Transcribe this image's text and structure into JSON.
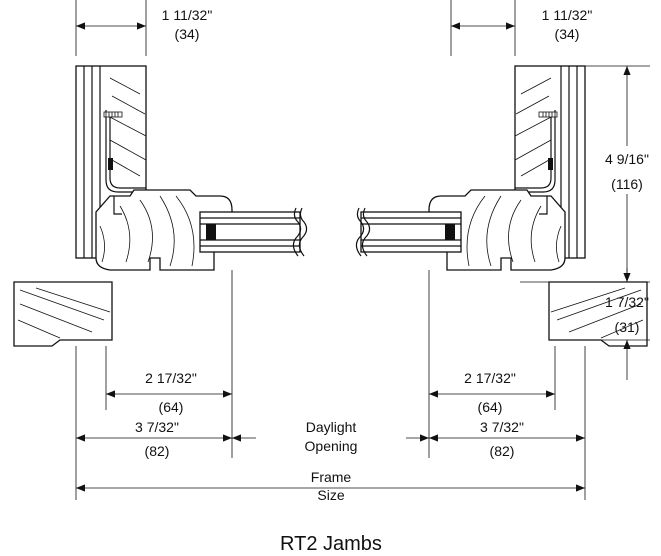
{
  "title": "RT2 Jambs",
  "dimensions": {
    "top_left_frac": "1 11/32\"",
    "top_left_mm": "(34)",
    "top_right_frac": "1 11/32\"",
    "top_right_mm": "(34)",
    "height_frac": "4 9/16\"",
    "height_mm": "(116)",
    "sill_frac": "1 7/32\"",
    "sill_mm": "(31)",
    "inner_left_frac": "2 17/32\"",
    "inner_left_mm": "(64)",
    "inner_right_frac": "2 17/32\"",
    "inner_right_mm": "(64)",
    "outer_left_frac": "3 7/32\"",
    "outer_left_mm": "(82)",
    "outer_right_frac": "3 7/32\"",
    "outer_right_mm": "(82)",
    "daylight_line1": "Daylight",
    "daylight_line2": "Opening",
    "frame_line1": "Frame",
    "frame_line2": "Size"
  }
}
